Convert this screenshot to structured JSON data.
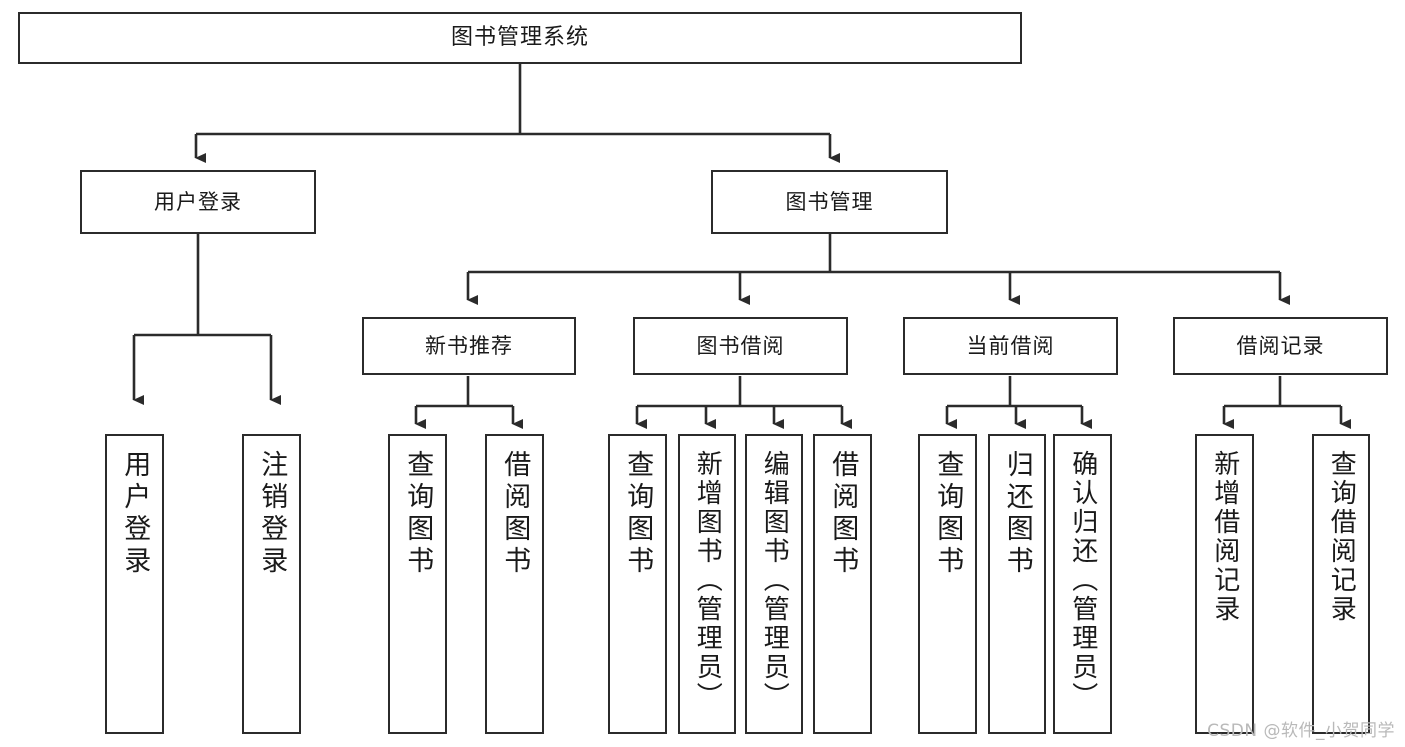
{
  "diagram": {
    "type": "tree",
    "title": "图书管理系统",
    "root": {
      "id": "root",
      "label": "图书管理系统"
    },
    "level1": [
      {
        "id": "user-login",
        "label": "用户登录"
      },
      {
        "id": "book-manage",
        "label": "图书管理"
      }
    ],
    "level2": [
      {
        "id": "new-book-rec",
        "label": "新书推荐",
        "parent": "book-manage"
      },
      {
        "id": "book-borrow",
        "label": "图书借阅",
        "parent": "book-manage"
      },
      {
        "id": "current-borrow",
        "label": "当前借阅",
        "parent": "book-manage"
      },
      {
        "id": "borrow-record",
        "label": "借阅记录",
        "parent": "book-manage"
      }
    ],
    "leaves": [
      {
        "id": "leaf-user-login",
        "label": "用户登录",
        "parent": "user-login"
      },
      {
        "id": "leaf-logout",
        "label": "注销登录",
        "parent": "user-login"
      },
      {
        "id": "leaf-query-book-1",
        "label": "查询图书",
        "parent": "new-book-rec"
      },
      {
        "id": "leaf-borrow-book-1",
        "label": "借阅图书",
        "parent": "new-book-rec"
      },
      {
        "id": "leaf-query-book-2",
        "label": "查询图书",
        "parent": "book-borrow"
      },
      {
        "id": "leaf-add-book",
        "label": "新增图书（管理员）",
        "parent": "book-borrow"
      },
      {
        "id": "leaf-edit-book",
        "label": "编辑图书（管理员）",
        "parent": "book-borrow"
      },
      {
        "id": "leaf-borrow-book-2",
        "label": "借阅图书",
        "parent": "book-borrow"
      },
      {
        "id": "leaf-query-book-3",
        "label": "查询图书",
        "parent": "current-borrow"
      },
      {
        "id": "leaf-return-book",
        "label": "归还图书",
        "parent": "current-borrow"
      },
      {
        "id": "leaf-confirm-return",
        "label": "确认归还（管理员）",
        "parent": "current-borrow"
      },
      {
        "id": "leaf-add-record",
        "label": "新增借阅记录",
        "parent": "borrow-record"
      },
      {
        "id": "leaf-query-record",
        "label": "查询借阅记录",
        "parent": "borrow-record"
      }
    ]
  },
  "watermark": {
    "text": "CSDN @软件_小贺同学"
  },
  "colors": {
    "stroke": "#2b2b2b",
    "fill": "#ffffff",
    "text": "#1a1a1a",
    "watermark": "#b9b9b9"
  }
}
